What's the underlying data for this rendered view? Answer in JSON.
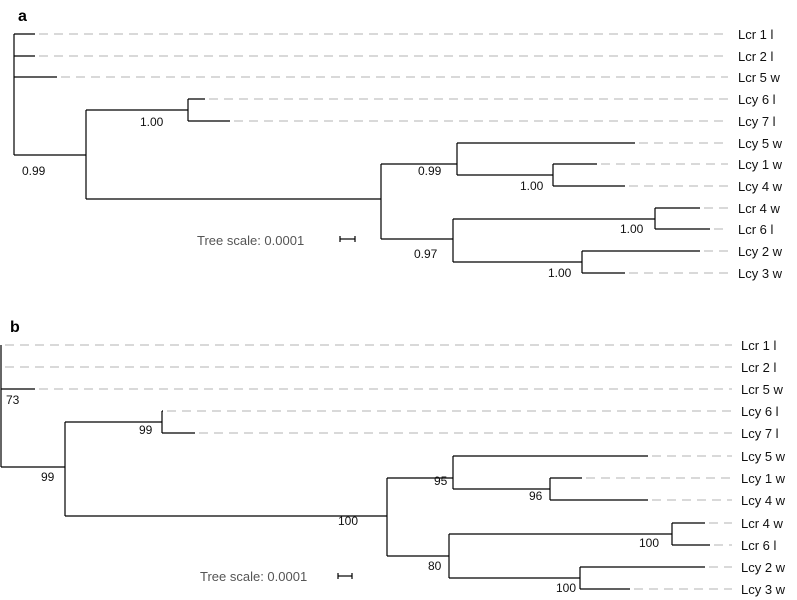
{
  "panels": [
    {
      "id": "a",
      "label": "a",
      "taxa": [
        "Lcr 1 l",
        "Lcr 2 l",
        "Lcr 5 w",
        "Lcy 6 l",
        "Lcy 7 l",
        "Lcy 5 w",
        "Lcy 1 w",
        "Lcy 4 w",
        "Lcr 4 w",
        "Lcr 6 l",
        "Lcy 2 w",
        "Lcy 3 w"
      ],
      "support_values": [
        "0.99",
        "1.00",
        "0.99",
        "1.00",
        "1.00",
        "0.97",
        "1.00"
      ],
      "scale_label": "Tree scale: 0.0001"
    },
    {
      "id": "b",
      "label": "b",
      "taxa": [
        "Lcr 1 l",
        "Lcr 2 l",
        "Lcr 5 w",
        "Lcy 6 l",
        "Lcy 7 l",
        "Lcy 5 w",
        "Lcy 1 w",
        "Lcy 4 w",
        "Lcr 4 w",
        "Lcr 6 l",
        "Lcy 2 w",
        "Lcy 3 w"
      ],
      "support_values": [
        "73",
        "99",
        "99",
        "100",
        "95",
        "96",
        "100",
        "80",
        "100"
      ],
      "scale_label": "Tree scale: 0.0001"
    }
  ]
}
